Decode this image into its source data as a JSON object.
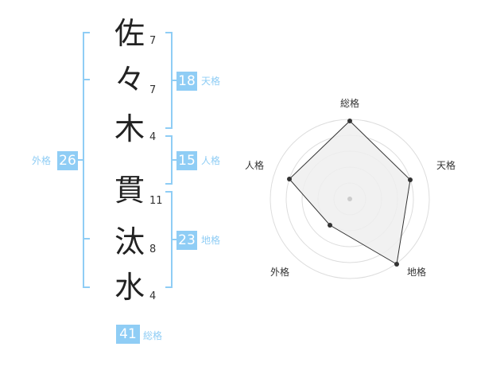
{
  "name_chars": [
    {
      "char": "佐",
      "strokes": "7"
    },
    {
      "char": "々",
      "strokes": "7"
    },
    {
      "char": "木",
      "strokes": "4"
    },
    {
      "char": "貫",
      "strokes": "11"
    },
    {
      "char": "汰",
      "strokes": "8"
    },
    {
      "char": "水",
      "strokes": "4"
    }
  ],
  "kakusu": {
    "tenkaku": {
      "value": "18",
      "label": "天格"
    },
    "jinkaku": {
      "value": "15",
      "label": "人格"
    },
    "chikaku": {
      "value": "23",
      "label": "地格"
    },
    "gaikaku": {
      "value": "26",
      "label": "外格"
    },
    "soukaku": {
      "value": "41",
      "label": "総格"
    }
  },
  "radar": {
    "labels": {
      "soukaku": "総格",
      "tenkaku": "天格",
      "chikaku": "地格",
      "gaikaku": "外格",
      "jinkaku": "人格"
    },
    "colors": {
      "fill": "#f0f0f0",
      "line": "#333333",
      "ring": "#dddddd",
      "accent": "#8fcdf5"
    }
  }
}
